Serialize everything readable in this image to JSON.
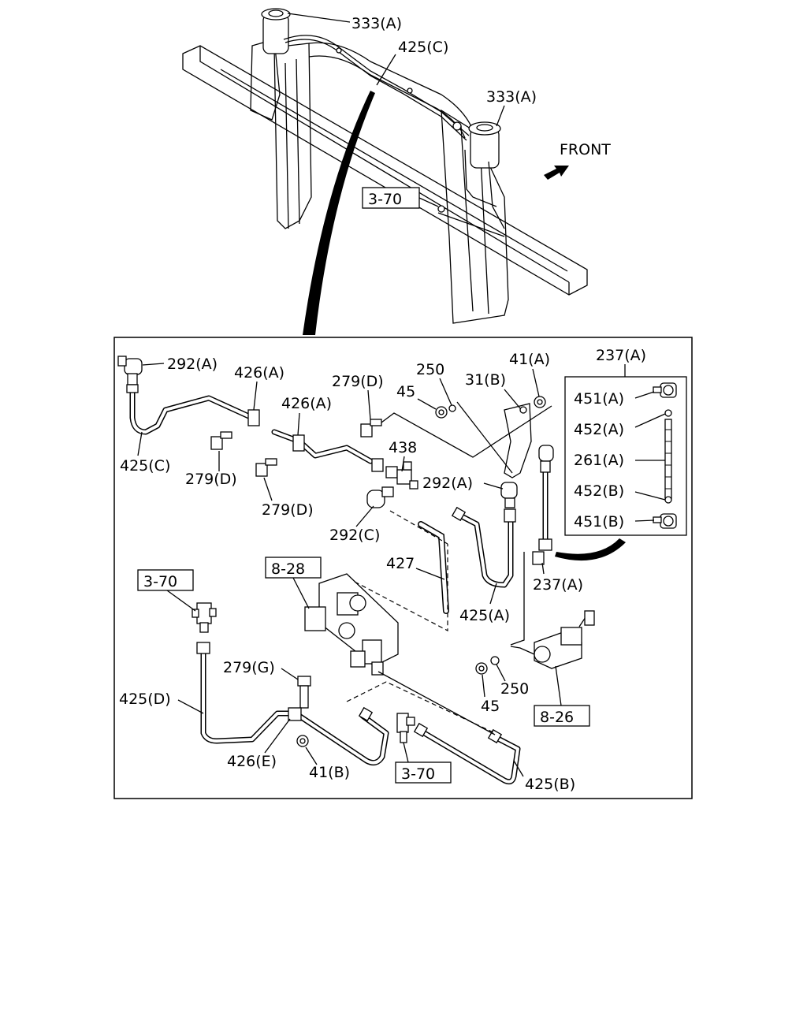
{
  "direction_label": "FRONT",
  "refs": {
    "r1": "3-70",
    "r2": "3-70",
    "r3": "3-70",
    "r4": "8-28",
    "r5": "8-26"
  },
  "callouts": {
    "c333a_top": "333(A)",
    "c425c_top": "425(C)",
    "c333a_right": "333(A)",
    "c292a_1": "292(A)",
    "c426a_1": "426(A)",
    "c426a_2": "426(A)",
    "c279d_1": "279(D)",
    "c279d_2": "279(D)",
    "c279d_3": "279(D)",
    "c425c": "425(C)",
    "c250_1": "250",
    "c45_1": "45",
    "c41a": "41(A)",
    "c31b": "31(B)",
    "c438": "438",
    "c292a_2": "292(A)",
    "c292c": "292(C)",
    "c427": "427",
    "c425a": "425(A)",
    "c237a_box": "237(A)",
    "c451a": "451(A)",
    "c452a": "452(A)",
    "c261a": "261(A)",
    "c452b": "452(B)",
    "c451b": "451(B)",
    "c237a_2": "237(A)",
    "c279g": "279(G)",
    "c425d": "425(D)",
    "c426e": "426(E)",
    "c41b": "41(B)",
    "c250_2": "250",
    "c45_2": "45",
    "c425b": "425(B)"
  }
}
